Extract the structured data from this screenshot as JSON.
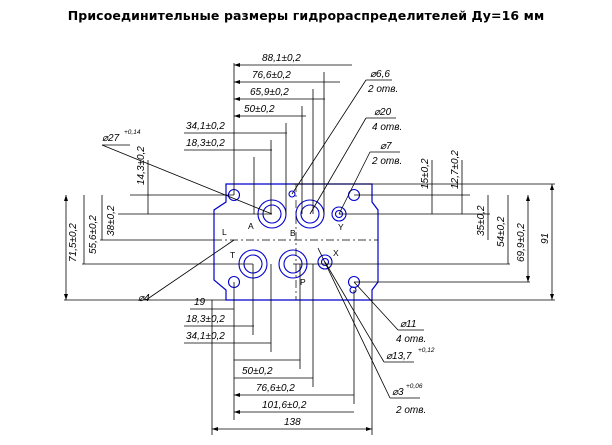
{
  "title": "Присоединительные размеры гидрораспределителей Ду=16 мм",
  "colors": {
    "plate": "#0000cc",
    "dimension": "#000000"
  },
  "top_dims": [
    "88,1±0,2",
    "76,6±0,2",
    "65,9±0,2",
    "50±0,2",
    "34,1±0,2",
    "18,3±0,2"
  ],
  "bottom_dims": [
    "19",
    "18,3±0,2",
    "34,1±0,2",
    "50±0,2",
    "76,6±0,2",
    "101,6±0,2",
    "138"
  ],
  "left_dims": [
    "14,3±0,2",
    "38±0,2",
    "55,6±0,2",
    "71,5±0,2"
  ],
  "right_dims": [
    "15±0,2",
    "12,7±0,2",
    "35±0,2",
    "54±0,2",
    "69,9±0,2",
    "91"
  ],
  "callouts": {
    "d66": "⌀6,6",
    "d66_count": "2 отв.",
    "d20": "⌀20",
    "d20_count": "4 отв.",
    "d7": "⌀7",
    "d7_count": "2 отв.",
    "d27": "⌀27",
    "d27_tol": "+0,14",
    "d4": "⌀4",
    "d11": "⌀11",
    "d11_count": "4 отв.",
    "d137": "⌀13,7",
    "d137_tol": "+0,12",
    "d3": "⌀3",
    "d3_tol": "+0,06",
    "d3_count": "2 отв."
  },
  "ports": {
    "A": "A",
    "B": "B",
    "T": "T",
    "P": "P",
    "X": "X",
    "Y": "Y",
    "L": "L"
  }
}
